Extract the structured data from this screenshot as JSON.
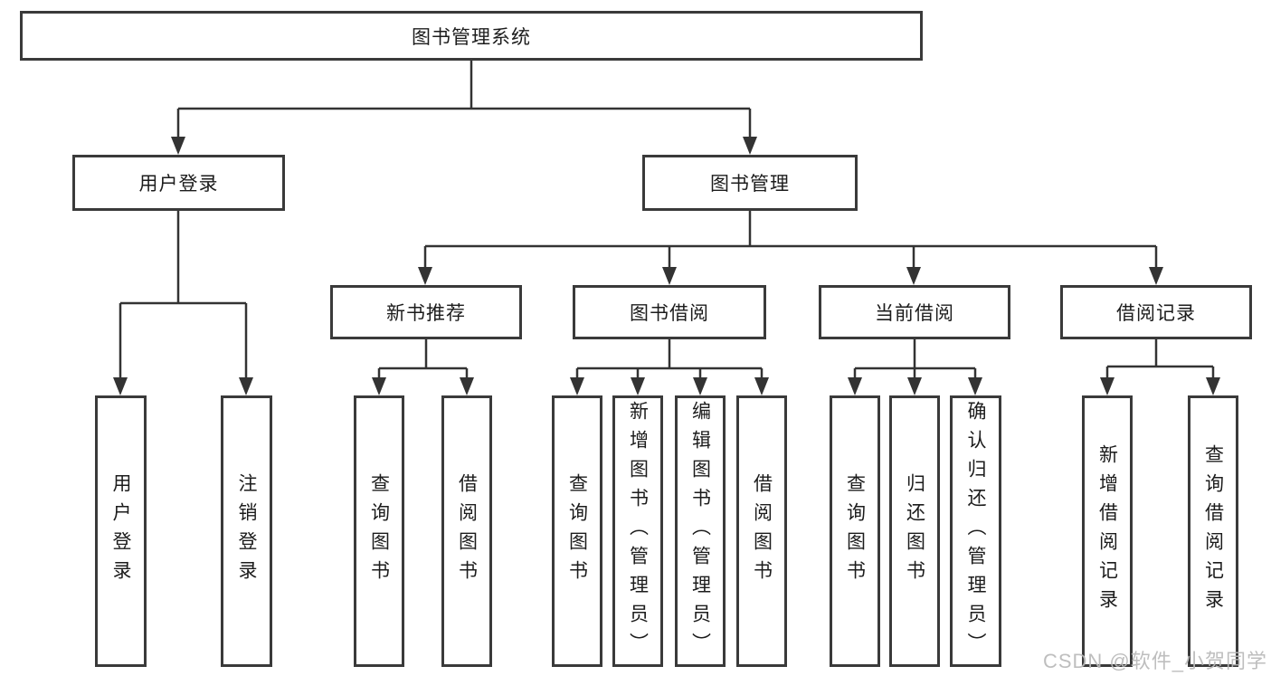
{
  "colors": {
    "border": "#3a3a3a",
    "line": "#333333",
    "text": "#1c1c1c",
    "wm": "#b9b9b9"
  },
  "tree": {
    "root": {
      "label": "图书管理系统"
    },
    "children": [
      {
        "label": "用户登录",
        "children": [
          {
            "label": "用户登录"
          },
          {
            "label": "注销登录"
          }
        ]
      },
      {
        "label": "图书管理",
        "children": [
          {
            "label": "新书推荐",
            "children": [
              {
                "label": "查询图书"
              },
              {
                "label": "借阅图书"
              }
            ]
          },
          {
            "label": "图书借阅",
            "children": [
              {
                "label": "查询图书"
              },
              {
                "label": "新增图书（管理员）"
              },
              {
                "label": "编辑图书（管理员）"
              },
              {
                "label": "借阅图书"
              }
            ]
          },
          {
            "label": "当前借阅",
            "children": [
              {
                "label": "查询图书"
              },
              {
                "label": "归还图书"
              },
              {
                "label": "确认归还（管理员）"
              }
            ]
          },
          {
            "label": "借阅记录",
            "children": [
              {
                "label": "新增借阅记录"
              },
              {
                "label": "查询借阅记录"
              }
            ]
          }
        ]
      }
    ]
  },
  "watermark": "CSDN @软件_小贺同学"
}
